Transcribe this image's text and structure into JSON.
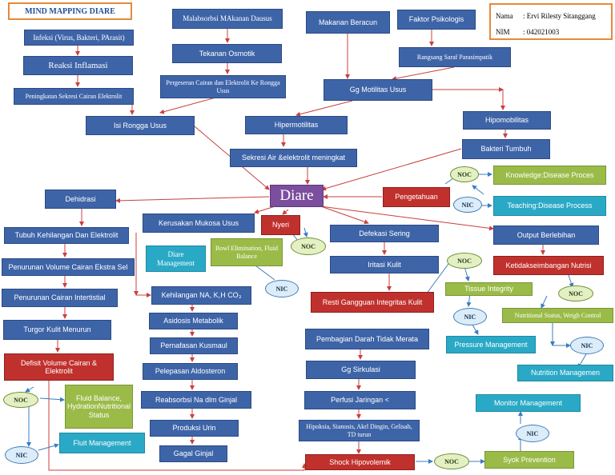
{
  "title": "MIND MAPPING DIARE",
  "identity": {
    "name_label": "Nama",
    "name_value": ": Ervi Rilesty Sitanggang",
    "nim_label": "NIM",
    "nim_value": ": 042021003"
  },
  "center": "Diare",
  "nodes": {
    "infeksi": "Infeksi (Virus, Bakteri, PArasit)",
    "reaksi": "Reaksi Inflamasi",
    "peningkatan": "Peningkatan Sekresi Cairan Elektrolit",
    "isi_rongga": "Isi Rongga Usus",
    "malabsorbsi": "Malabsorbsi MAkanan Dausus",
    "tekanan": "Tekanan Osmotik",
    "pergeseran": "Pergeseran Cairan dan Elektrolit Ke Rongga Usus",
    "hipermotilitas": "Hipermotilitas",
    "sekresi_air": "Sekresi Air &elektrolit meningkat",
    "makanan": "Makanan Beracun",
    "faktor": "Faktor Psikologis",
    "rangsang": "Rangsang Saraf Parasimpatik",
    "gg_motilitas": "Gg Motilitas Usus",
    "hipomobilitas": "Hipomobilitas",
    "bakteri": "Bakteri Tumbuh",
    "pengetahuan": "Pengetahuan",
    "dehidrasi": "Dehidrasi",
    "tubuh": "Tubuh Kehilangan Dan Elektrolit",
    "penurunan_vol": "Penurunan Volume Cairan Ekstra Sel",
    "penurunan_int": "Penurunan Cairan Intertistial",
    "turgor": "Turgor Kulit Menurun",
    "defisit": "Defisit Volume Cairan & Elektrolit",
    "kerusakan": "Kerusakan Mukosa Usus",
    "nyeri": "Nyeri",
    "kehilangan_na": "Kehilangan NA, K,H CO₃",
    "asidosis": "Asidosis Metabolik",
    "pernafasan": "Pernafasan Kusmaul",
    "pelepasan": "Pelepasan Aldosteron",
    "reabsorbsi": "Reabsorbsi Na dlm Ginjal",
    "produksi": "Produksi Urin",
    "gagal": "Gagal Ginjal",
    "defekasi": "Defekasi Sering",
    "iritasi": "Iritasi Kulit",
    "resti": "Resti Gangguan Integritas Kulit",
    "pembagian": "Pembagian Darah Tidak Merata",
    "gg_sirkulasi": "Gg Sirkulasi",
    "perfusi": "Perfusi Jaringan <",
    "hipoksia": "Hipoksia, Sianosis, Akrl Dingin, Gelisah, TD turun",
    "shock": "Shock Hipovolemik",
    "output": "Output Berlebihan",
    "ketidak": "Ketidakseimbangan Nutrisi"
  },
  "outcomes": {
    "knowledge": "Knowledge:Disease Proces",
    "teaching": "Teaching:Disease Process",
    "bowel": "Bowl Elimination, Fluid Balance",
    "diare_mgmt": "Diare Management",
    "tissue": "Tissue Integrity",
    "pressure": "Pressure Management",
    "nutritional": "Nutritional Status, Weigh Control",
    "nutrition_mgmt": "Nutrition Managemen",
    "fluid_balance": "Fluid Balance, HydrationNutritional Status",
    "fluit_mgmt": "Fluit Management",
    "monitor": "Monitor Management",
    "syok": "Syok Prevention"
  },
  "labels": {
    "noc": "NOC",
    "nic": "NIC"
  },
  "colors": {
    "node_blue": "#3e64a8",
    "diagnosis_red": "#c0312d",
    "center_purple": "#7c4e9e",
    "noc_green": "#9bbb49",
    "nic_teal": "#2aa9c6",
    "arrow_red": "#c8403d",
    "arrow_blue": "#3a7cc0",
    "frame_orange": "#e6893a"
  }
}
